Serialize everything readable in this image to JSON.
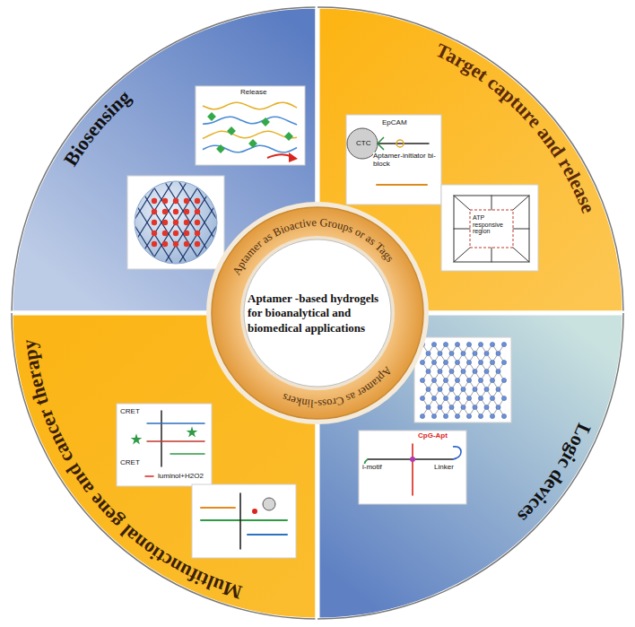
{
  "diagram": {
    "nodes": [
      {
        "text": [
          "Biosensing"
        ]
      },
      {
        "text": [
          "Target capture and release"
        ]
      },
      {
        "text": [
          "Aptamer as Bioactive Groups or as Tags",
          "Aptamer as Cross-linkers"
        ]
      },
      {
        "text": [
          "Aptamer -based hydrogels for bioanalytical and biomedical applications"
        ],
        "in": 2
      },
      {
        "text": [
          "Multifunctional gene and cancer therapy"
        ]
      },
      {
        "text": [
          "Logic devices"
        ]
      }
    ],
    "labels": [
      "Release",
      "CTC",
      "EpCAM",
      "Aptamer-initiator bi-block",
      "ATP responsive region",
      "CRET",
      "CRET",
      "luminol+H2O2",
      "CpG-Apt",
      "Linker",
      "i-motif"
    ]
  }
}
